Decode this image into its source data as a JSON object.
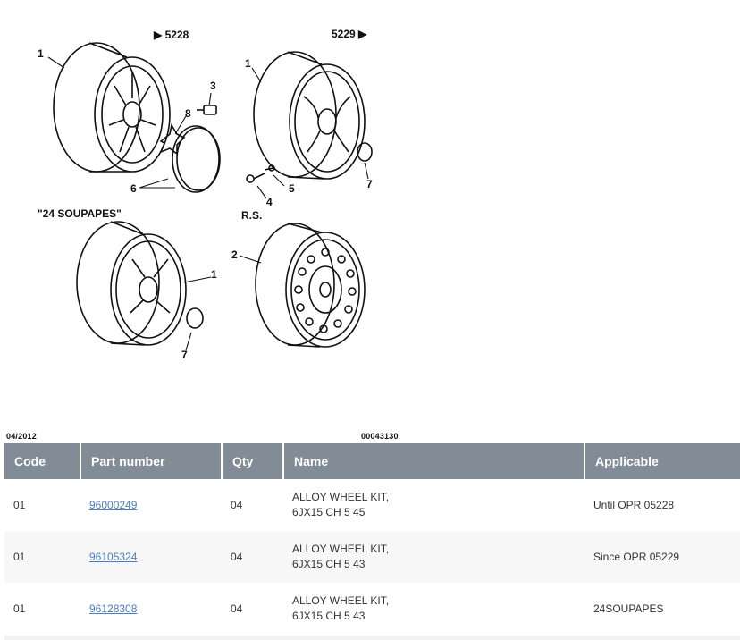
{
  "diagram": {
    "variant_labels": {
      "left": "▶ 5228",
      "right": "5229 ▶",
      "soupapes": "\"24 SOUPAPES\"",
      "rs": "R.S."
    },
    "callouts": {
      "w1_1": "1",
      "w1_3": "3",
      "w1_8": "8",
      "w1_6": "6",
      "w2_1": "1",
      "w2_7": "7",
      "w2_5": "5",
      "w2_4": "4",
      "w3_1": "1",
      "w3_7": "7",
      "w4_2": "2"
    },
    "footer_date": "04/2012",
    "footer_code": "00043130"
  },
  "table": {
    "headers": {
      "code": "Code",
      "part_number": "Part number",
      "qty": "Qty",
      "name": "Name",
      "applicable": "Applicable"
    },
    "rows": [
      {
        "code": "01",
        "part_number": "96000249",
        "qty": "04",
        "name_line1": "ALLOY WHEEL KIT,",
        "name_line2": "6JX15 CH 5 45",
        "applicable": "Until OPR 05228"
      },
      {
        "code": "01",
        "part_number": "96105324",
        "qty": "04",
        "name_line1": "ALLOY WHEEL KIT,",
        "name_line2": "6JX15 CH 5 43",
        "applicable": "Since OPR 05229"
      },
      {
        "code": "01",
        "part_number": "96128308",
        "qty": "04",
        "name_line1": "ALLOY WHEEL KIT,",
        "name_line2": "6JX15 CH 5 43",
        "applicable": "24SOUPAPES"
      }
    ]
  }
}
